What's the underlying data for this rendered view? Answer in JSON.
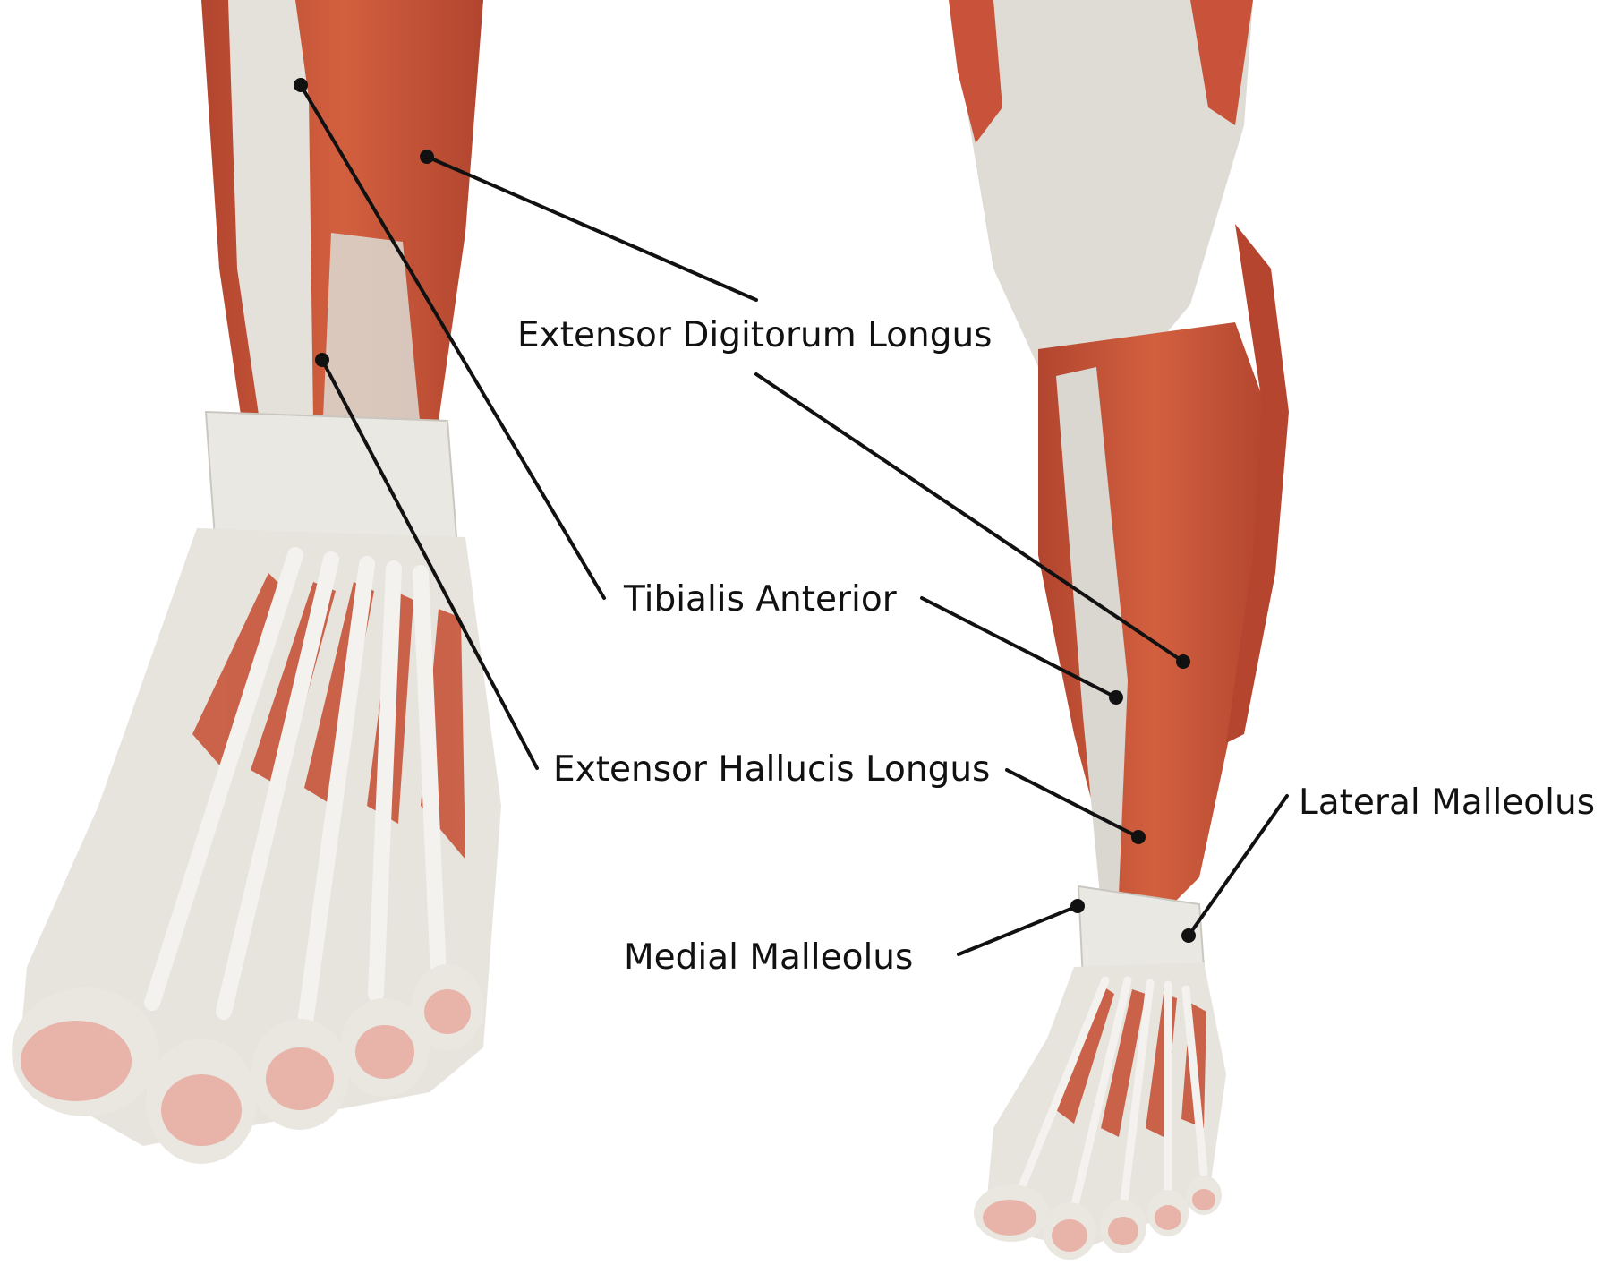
{
  "labels": {
    "edl": "Extensor Digitorum Longus",
    "ta": "Tibialis Anterior",
    "ehl": "Extensor Hallucis Longus",
    "medial": "Medial Malleolus",
    "lateral": "Lateral Malleolus"
  },
  "colors": {
    "muscle": "#c8533a",
    "muscle_dark": "#a9402b",
    "tendon": "#e6e4dc",
    "bone": "#d9d7cf",
    "toenail": "#e8b3a8",
    "leader": "#111111"
  }
}
